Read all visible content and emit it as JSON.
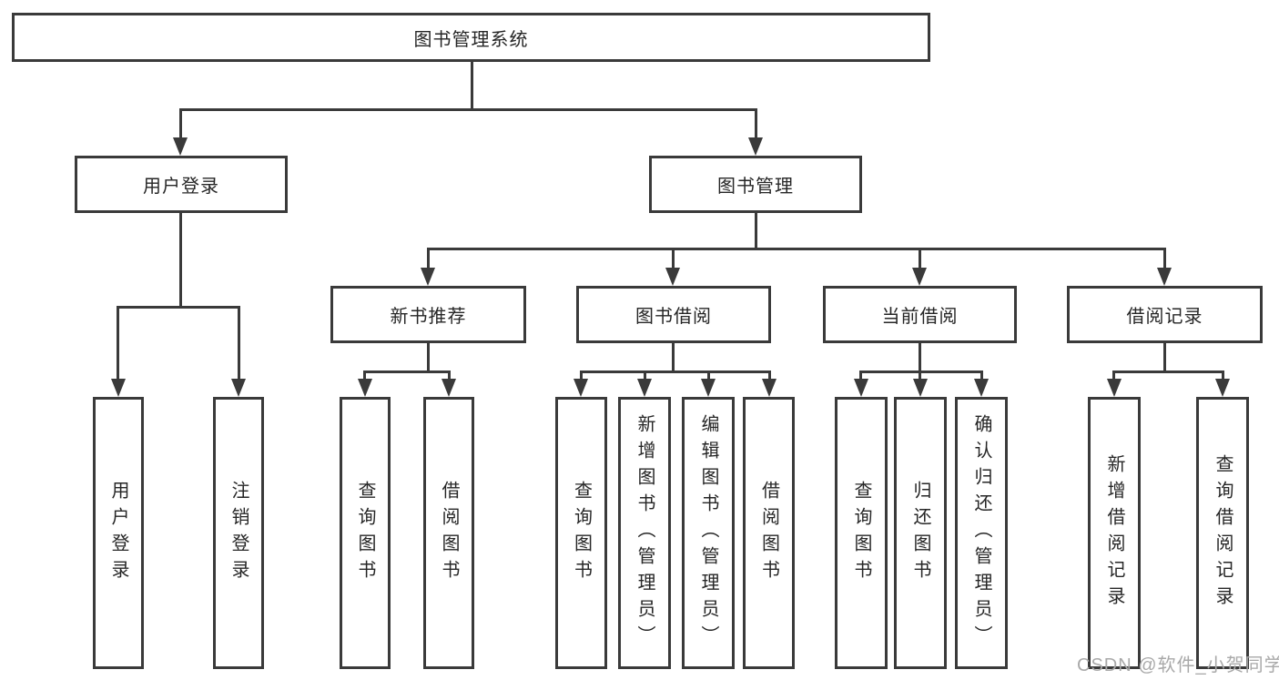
{
  "diagram": {
    "title_node": {
      "label": "图书管理系统"
    },
    "branches": [
      {
        "id": "user-login",
        "label": "用户登录"
      },
      {
        "id": "book-management",
        "label": "图书管理"
      }
    ],
    "modules": [
      {
        "id": "new-book-recommend",
        "label": "新书推荐",
        "parent": "图书管理"
      },
      {
        "id": "book-borrowing",
        "label": "图书借阅",
        "parent": "图书管理"
      },
      {
        "id": "current-borrowing",
        "label": "当前借阅",
        "parent": "图书管理"
      },
      {
        "id": "borrow-records",
        "label": "借阅记录",
        "parent": "图书管理"
      }
    ],
    "leaves": [
      {
        "label": "用户登录",
        "parent": "用户登录"
      },
      {
        "label": "注销登录",
        "parent": "用户登录"
      },
      {
        "label": "查询图书",
        "parent": "新书推荐"
      },
      {
        "label": "借阅图书",
        "parent": "新书推荐"
      },
      {
        "label": "查询图书",
        "parent": "图书借阅"
      },
      {
        "label": "新增图书（管理员）",
        "parent": "图书借阅"
      },
      {
        "label": "编辑图书（管理员）",
        "parent": "图书借阅"
      },
      {
        "label": "借阅图书",
        "parent": "图书借阅"
      },
      {
        "label": "查询图书",
        "parent": "当前借阅"
      },
      {
        "label": "归还图书",
        "parent": "当前借阅"
      },
      {
        "label": "确认归还（管理员）",
        "parent": "当前借阅"
      },
      {
        "label": "新增借阅记录",
        "parent": "借阅记录"
      },
      {
        "label": "查询借阅记录",
        "parent": "借阅记录"
      }
    ]
  },
  "watermark": {
    "text": "CSDN @软件_小贺同学"
  },
  "colors": {
    "line": "#3a3a3a",
    "text": "#262626",
    "watermark": "#a9a9a9",
    "background": "#ffffff"
  }
}
